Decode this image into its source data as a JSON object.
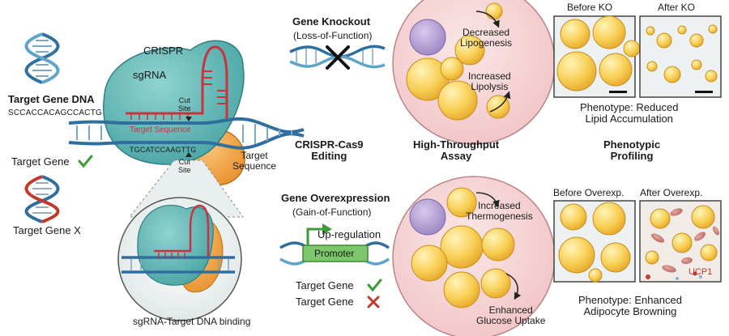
{
  "left": {
    "crispr_label": "CRISPR",
    "sgrna_label": "sgRNA",
    "cut_site_top": "Cut\nSite",
    "cut_site_bottom": "Cut\nSite",
    "target_sequence_inner": "Target Sequence",
    "target_sequence_outer": "Target\nSequence",
    "strand_sequence": "TGCATCCAAGTTG",
    "target_gene_dna_title": "Target Gene DNA",
    "target_gene_dna_sequence": "SCCACCACAGCCACTG",
    "target_gene_label": "Target Gene",
    "target_gene_x_label": "Target Gene X",
    "binding_caption": "sgRNA-Target DNA binding"
  },
  "middle": {
    "knockout_title": "Gene Knockout",
    "knockout_subtitle": "(Loss-of-Function)",
    "editing_label": "CRISPR-Cas9\nEditing",
    "overexpression_title": "Gene Overexpression",
    "overexpression_subtitle": "(Gain-of-Function)",
    "upregulation_label": "Up-regulation",
    "promoter_label": "Promoter",
    "target_gene_check": "Target Gene",
    "target_gene_cross": "Target Gene"
  },
  "assay": {
    "title": "High-Throughput\nAssay",
    "top_cell_labels": [
      "Decreased\nLipogenesis",
      "Increased\nLipolysis"
    ],
    "bottom_cell_labels": [
      "Increased\nThermogenesis",
      "Enhanced\nGlucose Uptake"
    ]
  },
  "profiling": {
    "title": "Phenotypic\nProfiling",
    "before_ko": "Before KO",
    "after_ko": "After KO",
    "phenotype_top": "Phenotype: Reduced\nLipid Accumulation",
    "before_overexp": "Before Overexp.",
    "after_overexp": "After Overexp.",
    "ucp1_label": "UCP1",
    "phenotype_bottom": "Phenotype: Enhanced\nAdipocyte Browning"
  },
  "colors": {
    "cas9_body": "#5fb5b0",
    "cas9_dark": "#2f7f85",
    "orange_domain": "#f0a64a",
    "dna_blue": "#2f6f9f",
    "dna_red": "#c0392b",
    "sgrna_red": "#c9333d",
    "cell_pink": "#f7d6d6",
    "lipid_yellow": "#f7c948",
    "nucleus_purple": "#b9a3d6",
    "check_green": "#3d9a35",
    "promoter_green": "#7cc66b"
  },
  "icons": [
    "dna-helix-icon",
    "check-icon",
    "cross-icon",
    "arrow-icon",
    "scale-bar-icon",
    "mitochondria-icon"
  ]
}
